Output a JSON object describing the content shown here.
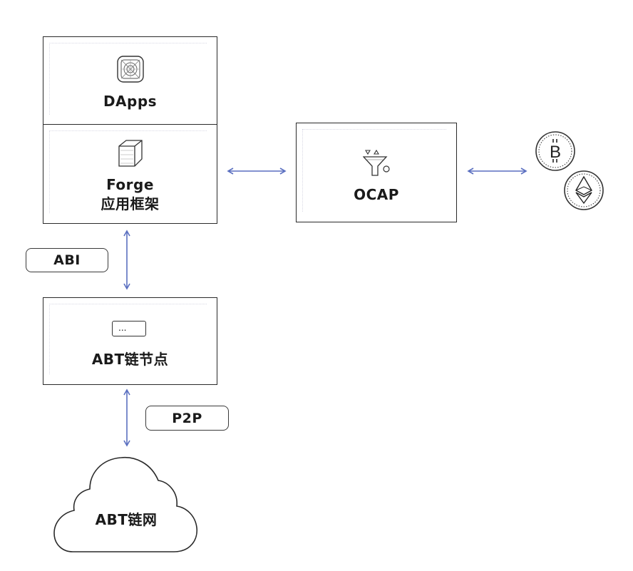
{
  "layers": {
    "dapps": {
      "label": "DApps",
      "icon": "app-grid-icon"
    },
    "forge": {
      "label_line1": "Forge",
      "label_line2": "应用框架",
      "icon": "cube-icon"
    },
    "node": {
      "label": "ABT链节点",
      "icon": "terminal-icon",
      "icon_text": "..."
    },
    "network": {
      "label": "ABT链网",
      "icon": "cloud-shape"
    }
  },
  "ocap": {
    "label": "OCAP",
    "icon": "funnel-icon"
  },
  "connectors": {
    "abi": "ABI",
    "p2p": "P2P"
  },
  "coins": [
    {
      "name": "bitcoin-icon",
      "glyph": "B"
    },
    {
      "name": "ethereum-icon"
    }
  ],
  "colors": {
    "arrow": "#5a6fc0",
    "border": "#2a2a2a",
    "dots": "#d8d8e4"
  }
}
